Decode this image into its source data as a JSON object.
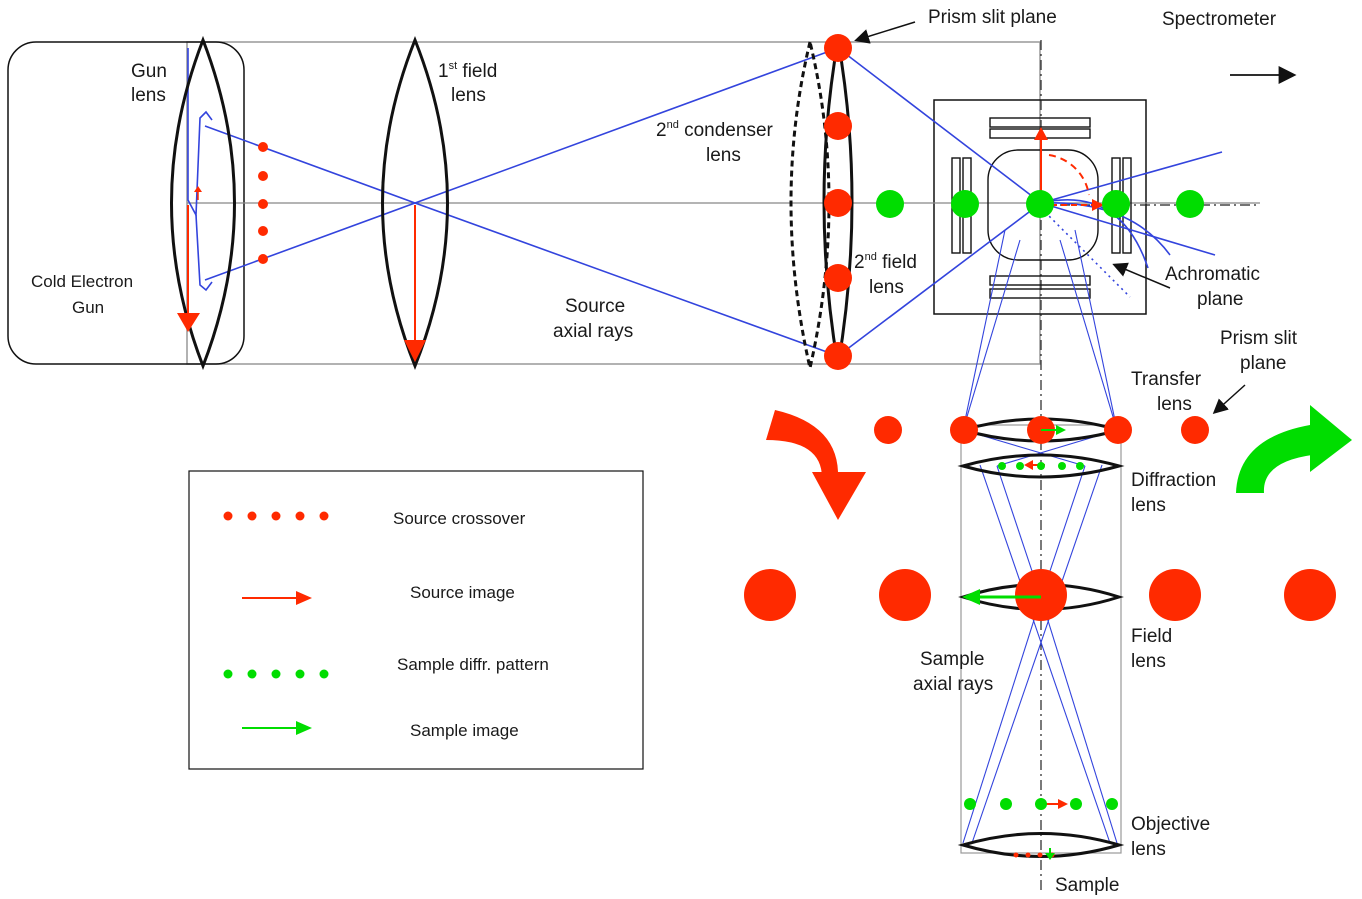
{
  "labels": {
    "prism_slit_plane_top": "Prism slit plane",
    "spectrometer": "Spectrometer",
    "gun_lens_1": "Gun",
    "gun_lens_2": "lens",
    "first_field_lens_num": "1",
    "first_field_lens_sup": "st",
    "first_field_lens_rest": " field",
    "first_field_lens_2": "lens",
    "second_condenser_num": "2",
    "second_condenser_sup": "nd",
    "second_condenser_rest": " condenser",
    "second_condenser_2": "lens",
    "second_field_num": "2",
    "second_field_sup": "nd",
    "second_field_rest": " field",
    "second_field_2": "lens",
    "cold_electron_gun_1": "Cold Electron",
    "cold_electron_gun_2": "Gun",
    "source_axial_rays_1": "Source",
    "source_axial_rays_2": "axial rays",
    "achromatic_plane_1": "Achromatic",
    "achromatic_plane_2": "plane",
    "prism_slit_plane_right_1": "Prism slit",
    "prism_slit_plane_right_2": "plane",
    "transfer_lens_1": "Transfer",
    "transfer_lens_2": "lens",
    "diffraction_lens_1": "Diffraction",
    "diffraction_lens_2": "lens",
    "field_lens_1": "Field",
    "field_lens_2": "lens",
    "sample_axial_rays_1": "Sample",
    "sample_axial_rays_2": "axial rays",
    "objective_lens_1": "Objective",
    "objective_lens_2": "lens",
    "sample": "Sample"
  },
  "legend": {
    "source_crossover": "Source crossover",
    "source_image": "Source image",
    "sample_diffr_pattern": "Sample diffr. pattern",
    "sample_image": "Sample image"
  },
  "colors": {
    "red": "#ff2a00",
    "green": "#00dd00",
    "blue_ray": "#3344dd",
    "lens": "#111111",
    "frame": "#999999"
  }
}
